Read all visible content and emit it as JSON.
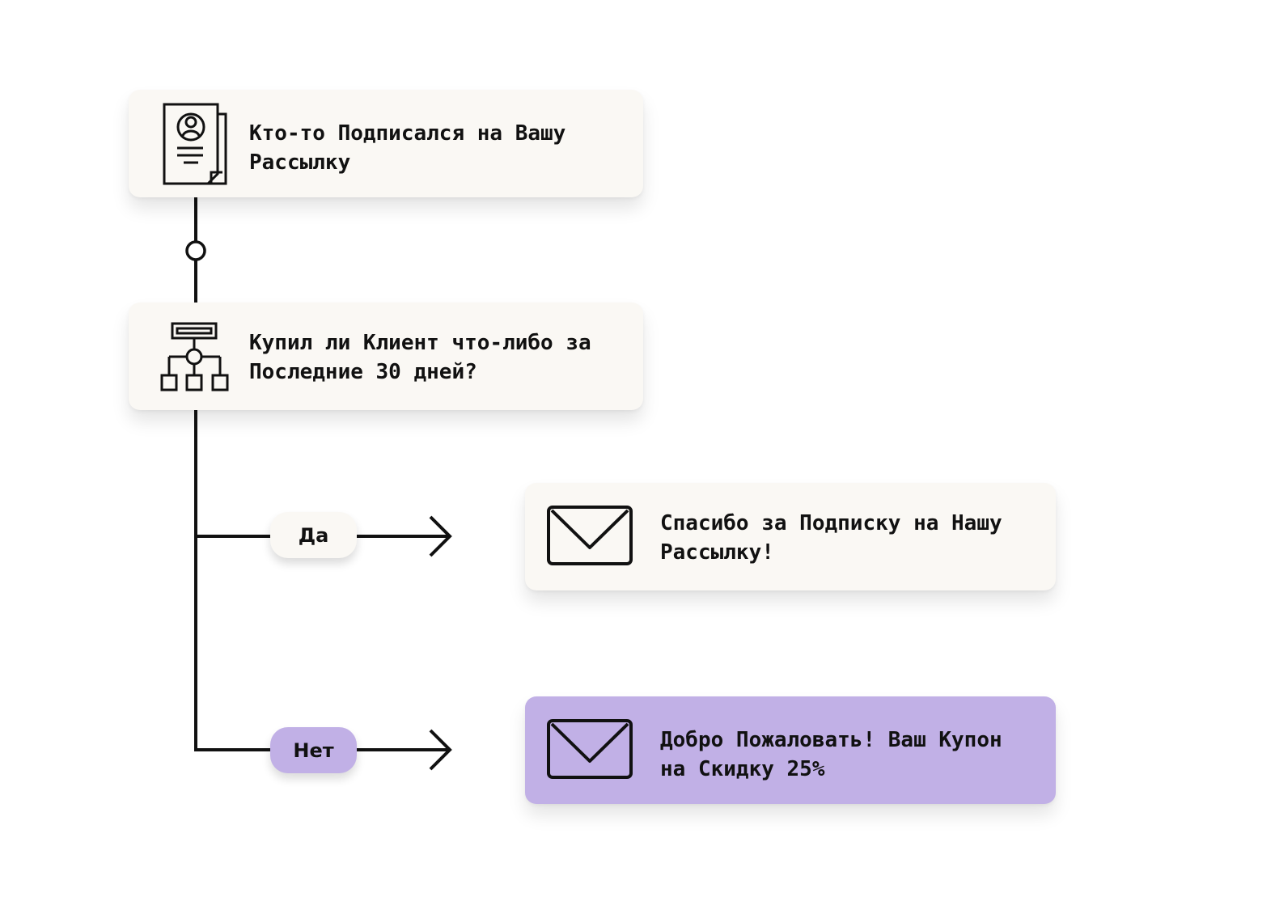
{
  "nodes": {
    "trigger": {
      "label": "Кто-то Подписался на Вашу\nРассылку",
      "icon": "subscriber-document-icon"
    },
    "condition": {
      "label": "Купил ли Клиент что-либо за\nПоследние 30 дней?",
      "icon": "hierarchy-icon"
    },
    "email_yes": {
      "label": "Спасибо за Подписку на Нашу\nРассылку!",
      "icon": "envelope-icon"
    },
    "email_no": {
      "label": "Добро Пожаловать! Ваш Купон\nна Скидку 25%",
      "icon": "envelope-icon"
    }
  },
  "branches": {
    "yes": {
      "label": "Да"
    },
    "no": {
      "label": "Нет"
    }
  },
  "colors": {
    "card": "#faf8f4",
    "accent_purple": "#c1b0e6",
    "line": "#111111"
  }
}
